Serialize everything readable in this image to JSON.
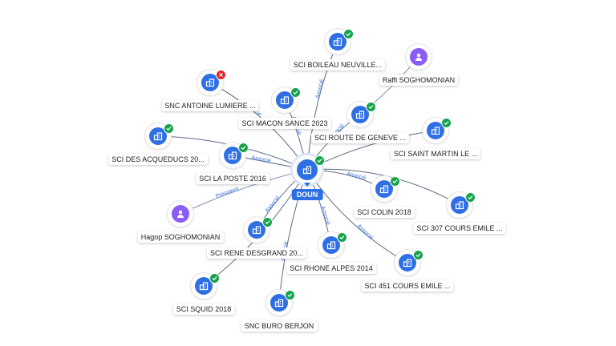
{
  "colors": {
    "company": "#2f6fe4",
    "person": "#8b5cf6",
    "active": "#16a34a",
    "inactive": "#dc2626",
    "edge_associe": "#5b6b82",
    "edge_president": "#7c8fb0",
    "edge_label": "#3a6fd8"
  },
  "center": {
    "id": "doun",
    "label": "DOUN",
    "kind": "company",
    "status": "active",
    "icon": "building-icon"
  },
  "nodes": [
    {
      "id": "boileau",
      "label": "SCI BOILEAU NEUVILLE...",
      "kind": "company",
      "status": "active",
      "icon": "building-icon"
    },
    {
      "id": "raffi",
      "label": "Raffi SOGHOMONIAN",
      "kind": "person",
      "status": "",
      "icon": "person-icon"
    },
    {
      "id": "antoine",
      "label": "SNC ANTOINE LUMIERE ...",
      "kind": "company",
      "status": "inactive",
      "icon": "building-icon"
    },
    {
      "id": "macon",
      "label": "SCI MACON SANCE 2023",
      "kind": "company",
      "status": "active",
      "icon": "building-icon"
    },
    {
      "id": "geneve",
      "label": "SCI ROUTE DE GENEVE ...",
      "kind": "company",
      "status": "active",
      "icon": "building-icon"
    },
    {
      "id": "acqueducs",
      "label": "SCI DES ACQUEDUCS 20...",
      "kind": "company",
      "status": "active",
      "icon": "building-icon"
    },
    {
      "id": "stmartin",
      "label": "SCI SAINT MARTIN LE ...",
      "kind": "company",
      "status": "active",
      "icon": "building-icon"
    },
    {
      "id": "laposte",
      "label": "SCI LA POSTE 2016",
      "kind": "company",
      "status": "active",
      "icon": "building-icon"
    },
    {
      "id": "colin",
      "label": "SCI COLIN 2018",
      "kind": "company",
      "status": "active",
      "icon": "building-icon"
    },
    {
      "id": "cours307",
      "label": "SCI 307 COURS EMILE ...",
      "kind": "company",
      "status": "active",
      "icon": "building-icon"
    },
    {
      "id": "hagop",
      "label": "Hagop SOGHOMONIAN",
      "kind": "person",
      "status": "",
      "icon": "person-icon"
    },
    {
      "id": "desgrand",
      "label": "SCI RENE DESGRAND 20...",
      "kind": "company",
      "status": "active",
      "icon": "building-icon"
    },
    {
      "id": "rhone",
      "label": "SCI RHONE ALPES 2014",
      "kind": "company",
      "status": "active",
      "icon": "building-icon"
    },
    {
      "id": "cours451",
      "label": "SCI 451 COURS EMILE ...",
      "kind": "company",
      "status": "active",
      "icon": "building-icon"
    },
    {
      "id": "squid",
      "label": "SCI SQUID 2018",
      "kind": "company",
      "status": "active",
      "icon": "building-icon"
    },
    {
      "id": "buro",
      "label": "SNC BURO BERJON",
      "kind": "company",
      "status": "active",
      "icon": "building-icon"
    }
  ],
  "edges": [
    {
      "from": "doun",
      "to": "boileau",
      "label": "Associé"
    },
    {
      "from": "doun",
      "to": "antoine",
      "label": "Associé"
    },
    {
      "from": "doun",
      "to": "macon",
      "label": "Associé"
    },
    {
      "from": "doun",
      "to": "geneve",
      "label": "Associé"
    },
    {
      "from": "doun",
      "to": "acqueducs",
      "label": ""
    },
    {
      "from": "doun",
      "to": "stmartin",
      "label": "Associé"
    },
    {
      "from": "doun",
      "to": "laposte",
      "label": "Associé"
    },
    {
      "from": "doun",
      "to": "colin",
      "label": "Associé"
    },
    {
      "from": "doun",
      "to": "cours307",
      "label": ""
    },
    {
      "from": "doun",
      "to": "hagop",
      "label": "Président"
    },
    {
      "from": "doun",
      "to": "desgrand",
      "label": "Associé"
    },
    {
      "from": "doun",
      "to": "rhone",
      "label": "Associé"
    },
    {
      "from": "doun",
      "to": "cours451",
      "label": "Associé"
    },
    {
      "from": "doun",
      "to": "squid",
      "label": ""
    },
    {
      "from": "doun",
      "to": "buro",
      "label": "Associé"
    },
    {
      "from": "geneve",
      "to": "raffi",
      "label": "Prési"
    }
  ]
}
